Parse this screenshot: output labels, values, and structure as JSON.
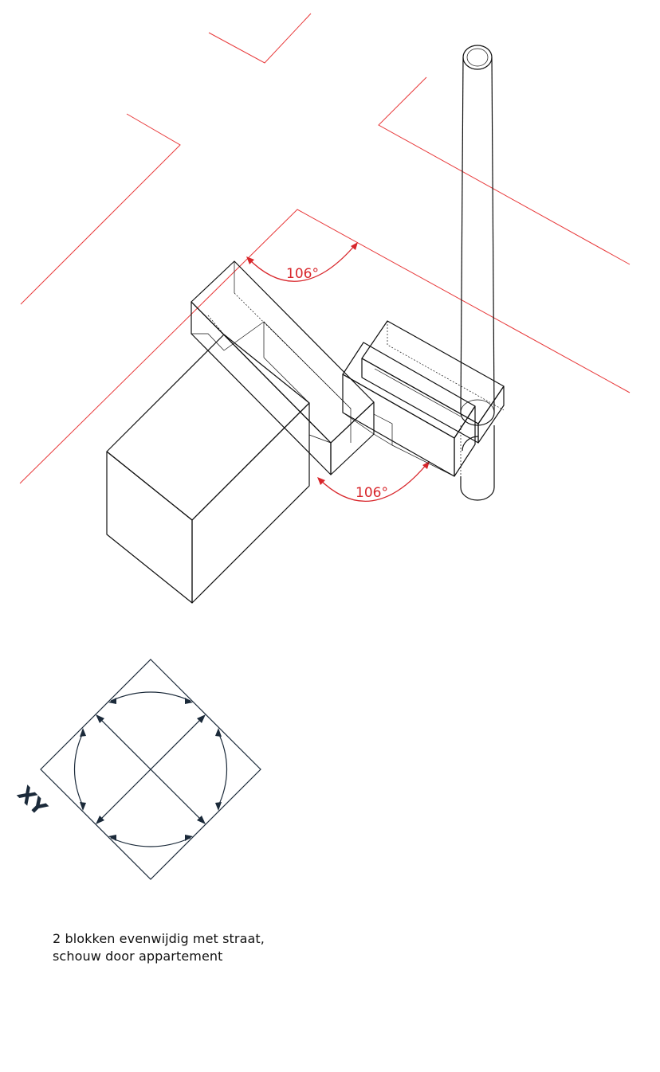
{
  "angles": {
    "upper": "106°",
    "lower": "106°"
  },
  "orientation_label": "XY",
  "caption": {
    "line1": "2 blokken evenwijdig met straat,",
    "line2": "schouw door appartement"
  },
  "colors": {
    "site_lines": "#e8393a",
    "dimension": "#d8262b",
    "buildings": "#111111",
    "navigator": "#1b2a3a"
  }
}
